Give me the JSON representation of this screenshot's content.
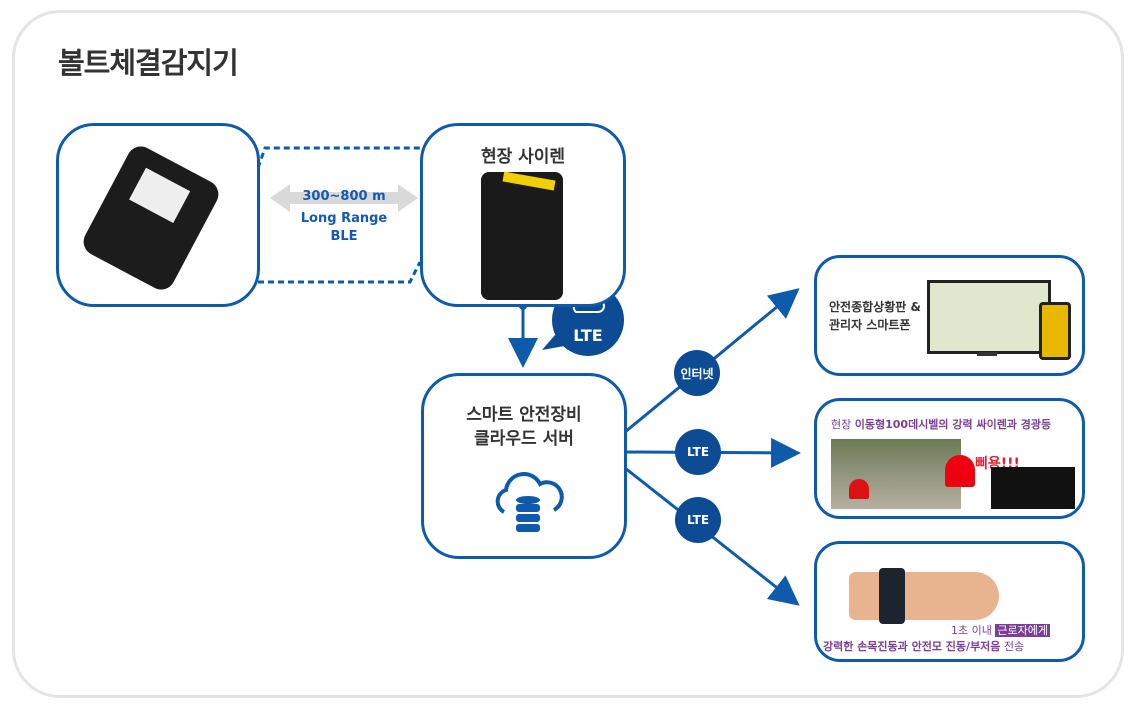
{
  "title": "볼트체결감지기",
  "link": {
    "distance": "300~800 m",
    "tech_line1": "Long Range",
    "tech_line2": "BLE"
  },
  "siren": {
    "label": "현장 사이렌",
    "bubble": "LTE"
  },
  "server": {
    "line1": "스마트 안전장비",
    "line2": "클라우드 서버"
  },
  "badges": {
    "internet": "인터넷",
    "lte1": "LTE",
    "lte2": "LTE"
  },
  "dashboard": {
    "line1": "안전종합상황판 &",
    "line2": "관리자 스마트폰"
  },
  "alarm": {
    "caption_prefix": "현장 ",
    "caption_bold": "이동형100데시벨의 강력 싸이렌과 경광등",
    "sound": "삐용!!!"
  },
  "wearable": {
    "line1_prefix": "1초 이내 ",
    "line1_highlight": "근로자에게",
    "line2_bold": "강력한 손목진동과 안전모 진동/부저음",
    "line2_suffix": " 전송"
  },
  "colors": {
    "accent": "#0f5bab",
    "badge": "#0d4c95",
    "purple": "#7b3f98"
  }
}
